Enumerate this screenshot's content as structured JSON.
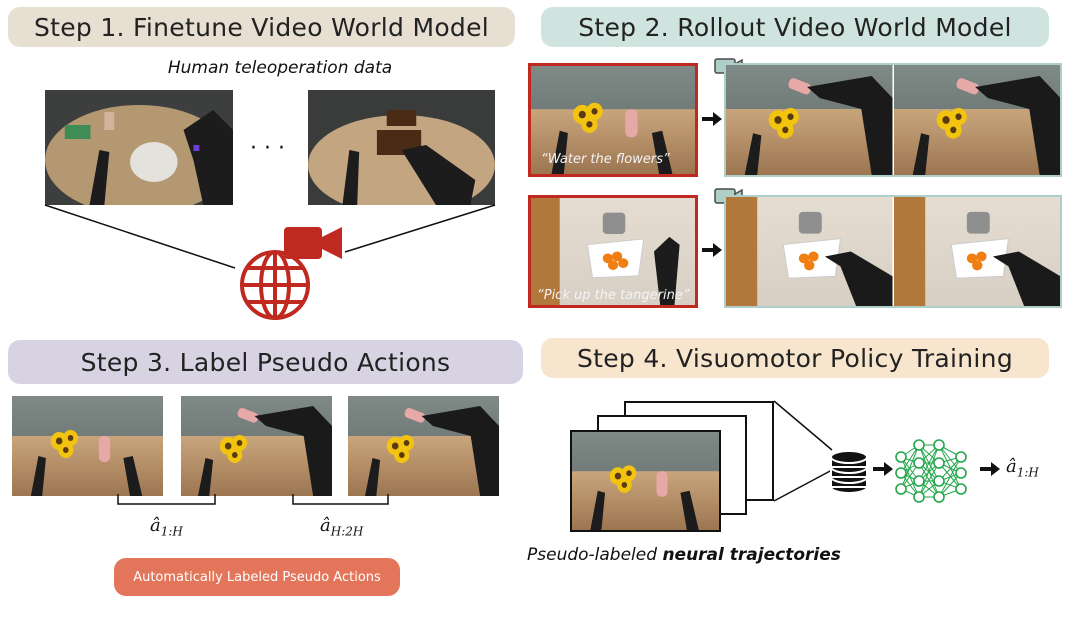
{
  "steps": {
    "step1": "Step 1. Finetune Video World Model",
    "step2": "Step 2. Rollout Video World Model",
    "step3": "Step 3. Label Pseudo Actions",
    "step4": "Step 4. Visuomotor Policy Training"
  },
  "step1": {
    "caption": "Human teleoperation data",
    "ellipsis": "· · ·"
  },
  "step2": {
    "prompt1": "“Water the flowers”",
    "prompt2": "“Pick up the tangerine”"
  },
  "step3": {
    "action1_base": "â",
    "action1_sub": "1:H",
    "action2_base": "â",
    "action2_sub": "H:2H",
    "button": "Automatically Labeled Pseudo Actions"
  },
  "step4": {
    "output_base": "â",
    "output_sub": "1:H",
    "caption_prefix": "Pseudo-labeled ",
    "caption_bold": "neural trajectories"
  },
  "colors": {
    "step1_bg": "#e8dfd3",
    "step2_bg": "#cfe3df",
    "step3_bg": "#d7d3e3",
    "step4_bg": "#f8e5cd",
    "accent_red": "#c0291f",
    "button_bg": "#e3765a",
    "network_green": "#22a64a",
    "frame_teal": "#aecfc7"
  }
}
